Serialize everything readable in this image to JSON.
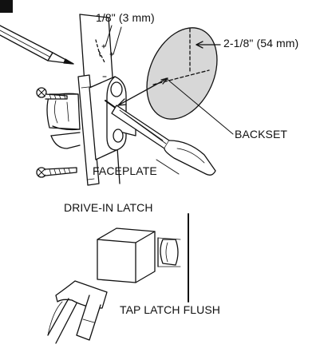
{
  "top_diagram": {
    "labels": {
      "thickness": "1/8\" (3 mm)",
      "hole_diameter": "2-1/8\" (54 mm)",
      "backset": "BACKSET",
      "faceplate": "FACEPLATE"
    }
  },
  "bottom_diagram": {
    "labels": {
      "title": "DRIVE-IN LATCH",
      "action": "TAP LATCH FLUSH"
    }
  },
  "colors": {
    "ink": "#111111",
    "hole_fill": "#d7d7d7",
    "background": "#ffffff"
  }
}
